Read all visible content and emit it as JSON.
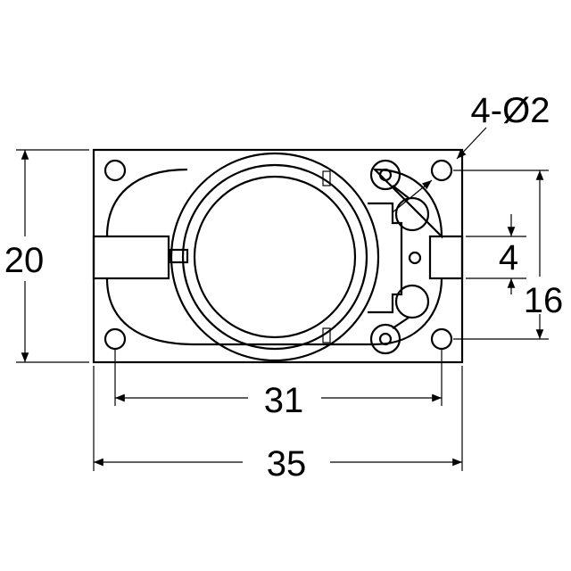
{
  "dimensions": {
    "overall_width": "35",
    "hole_pitch": "31",
    "overall_height": "20",
    "hole_vertical_pitch": "16",
    "terminal_width": "4",
    "hole_callout": "4-Ø2"
  },
  "colors": {
    "line": "#000000",
    "background": "#ffffff"
  }
}
